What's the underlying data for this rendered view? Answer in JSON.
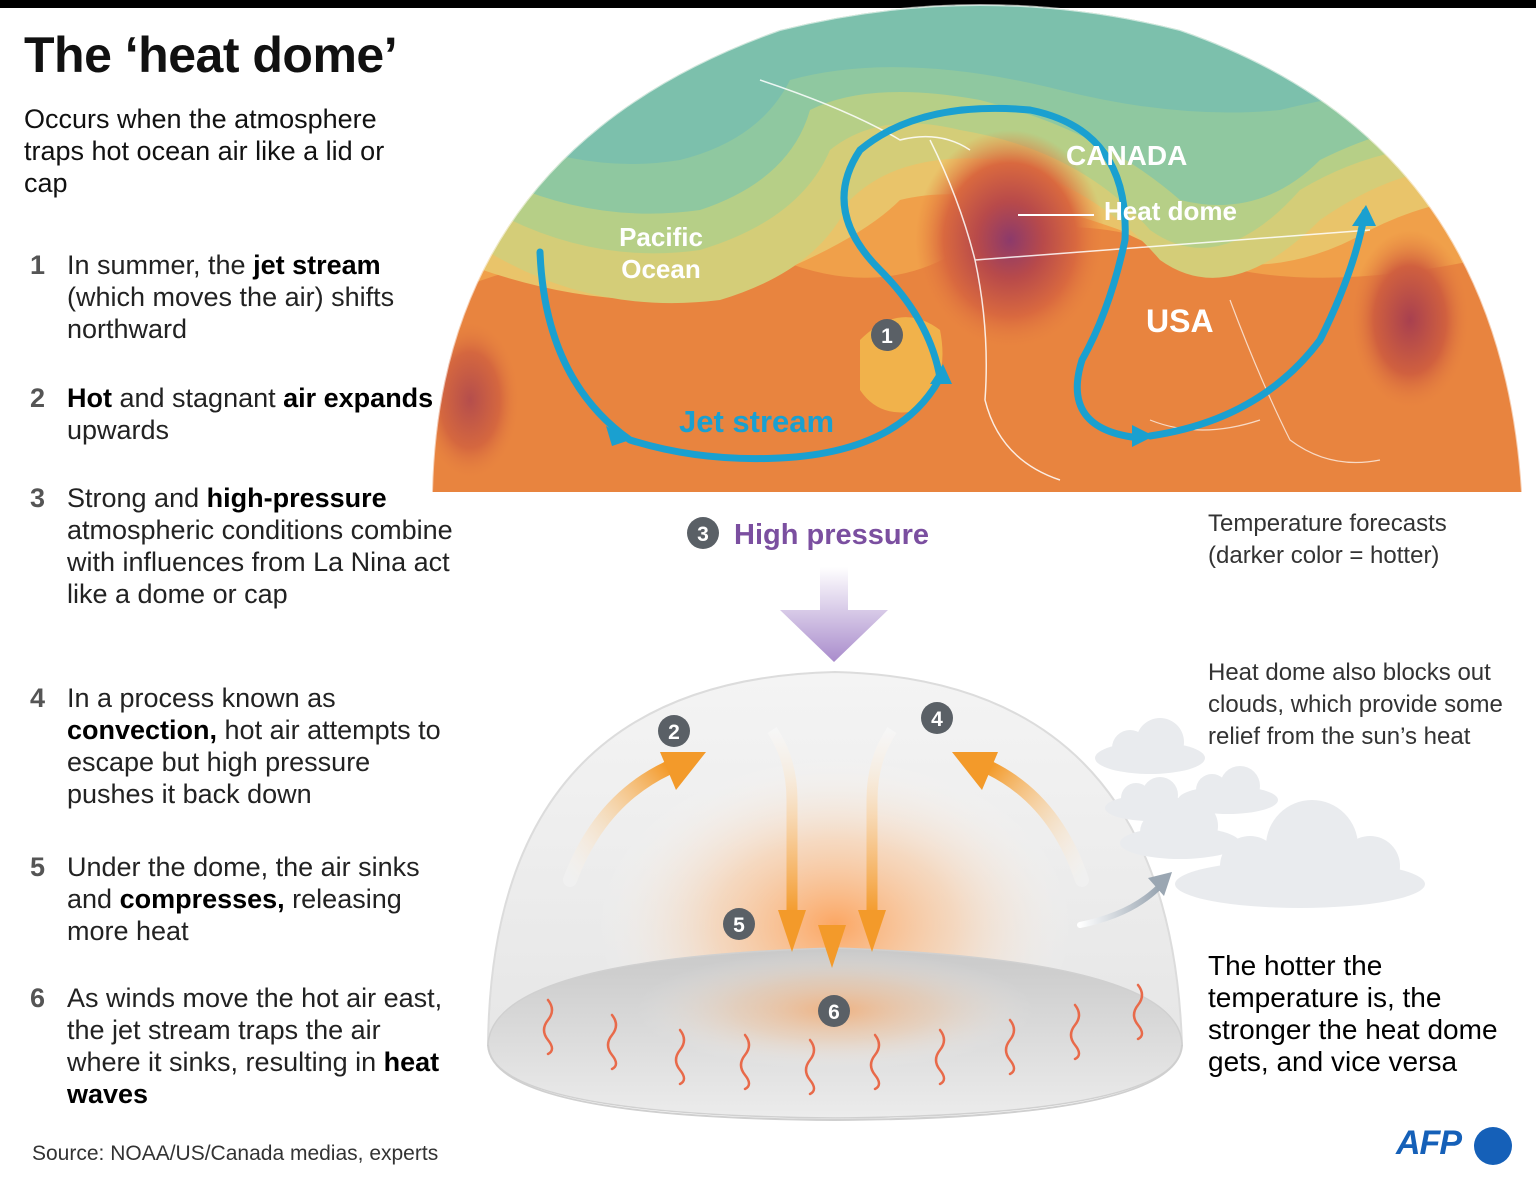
{
  "title": "The ‘heat dome’",
  "subtitle": "Occurs when the atmosphere traps hot ocean air like a lid or cap",
  "steps": [
    {
      "num": "1",
      "parts": [
        {
          "t": "In summer, the "
        },
        {
          "t": "jet stream",
          "b": true
        },
        {
          "t": " (which moves the air) shifts northward"
        }
      ]
    },
    {
      "num": "2",
      "parts": [
        {
          "t": "Hot",
          "b": true
        },
        {
          "t": " and stagnant "
        },
        {
          "t": "air expands",
          "b": true
        },
        {
          "t": " upwards"
        }
      ]
    },
    {
      "num": "3",
      "parts": [
        {
          "t": "Strong and "
        },
        {
          "t": "high-pressure",
          "b": true
        },
        {
          "t": " atmospheric conditions combine with influences from La Nina act like a dome or cap"
        }
      ]
    },
    {
      "num": "4",
      "parts": [
        {
          "t": "In a process known as "
        },
        {
          "t": "convection,",
          "b": true
        },
        {
          "t": " hot air attempts to escape but high pressure pushes it back down"
        }
      ]
    },
    {
      "num": "5",
      "parts": [
        {
          "t": "Under the dome, the air sinks and "
        },
        {
          "t": "compresses,",
          "b": true
        },
        {
          "t": " releasing more heat"
        }
      ]
    },
    {
      "num": "6",
      "parts": [
        {
          "t": "As winds move the hot air east, the jet stream traps the air where it sinks, resulting in "
        },
        {
          "t": "heat waves",
          "b": true
        }
      ]
    }
  ],
  "map": {
    "pacific_line1": "Pacific",
    "pacific_line2": "Ocean",
    "canada": "CANADA",
    "heat_dome": "Heat dome",
    "usa": "USA",
    "jet_stream": "Jet stream",
    "badge": "1"
  },
  "high_pressure": {
    "badge": "3",
    "label": "High pressure"
  },
  "dome_badges": {
    "b2": "2",
    "b4": "4",
    "b5": "5",
    "b6": "6"
  },
  "temperature_note": "Temperature forecasts (darker color = hotter)",
  "clouds_note": "Heat dome also blocks out clouds, which provide some relief from the sun’s heat",
  "conclusion": "The hotter the temperature is, the stronger the heat dome gets, and vice versa",
  "source": "Source: NOAA/US/Canada medias, experts",
  "logo": "AFP",
  "colors": {
    "jet": "#1aa0d0",
    "pressure": "#7b4fa0",
    "arrow": "#f39a2a",
    "badge": "#5a6066",
    "afp": "#1560b8"
  }
}
